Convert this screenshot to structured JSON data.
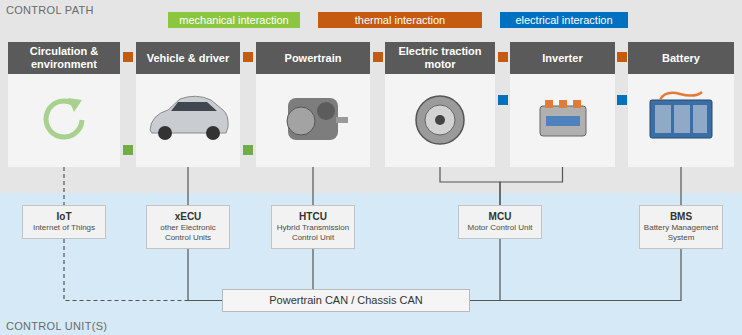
{
  "diagram": {
    "nodes": [
      {
        "text": [
          "CONTROL PATH"
        ]
      },
      {
        "text": [
          "Circulation & environment"
        ],
        "in": 0
      },
      {
        "text": [
          "Vehicle & driver"
        ],
        "in": 0
      },
      {
        "text": [
          "Powertrain"
        ],
        "in": 0
      },
      {
        "text": [
          "Electric traction motor"
        ],
        "in": 0
      },
      {
        "text": [
          "Inverter"
        ],
        "in": 0
      },
      {
        "text": [
          "Battery"
        ],
        "in": 0
      },
      {
        "text": [
          "CONTROL UNIT(S)"
        ]
      },
      {
        "text": [
          "IoT",
          "Internet of Things"
        ],
        "in": 7
      },
      {
        "text": [
          "xECU",
          "other Electronic Control Units"
        ],
        "in": 7
      },
      {
        "text": [
          "HTCU",
          "Hybrid Transmission Control Unit"
        ],
        "in": 7
      },
      {
        "text": [
          "MCU",
          "Motor Control Unit"
        ],
        "in": 7
      },
      {
        "text": [
          "BMS",
          "Battery Management System"
        ],
        "in": 7
      },
      {
        "text": [
          "Powertrain CAN / Chassis CAN"
        ],
        "in": 7
      }
    ],
    "edges": [
      {
        "from": 1,
        "to": 8,
        "arrow": "none"
      },
      {
        "from": 2,
        "to": 9,
        "arrow": "none"
      },
      {
        "from": 3,
        "to": 10,
        "arrow": "none"
      },
      {
        "from": 4,
        "to": 11,
        "arrow": "none"
      },
      {
        "from": 5,
        "to": 11,
        "arrow": "none"
      },
      {
        "from": 6,
        "to": 12,
        "arrow": "none"
      },
      {
        "from": 8,
        "to": 13,
        "arrow": "none"
      },
      {
        "from": 9,
        "to": 13,
        "arrow": "none"
      },
      {
        "from": 10,
        "to": 13,
        "arrow": "none"
      },
      {
        "from": 11,
        "to": 13,
        "arrow": "none"
      },
      {
        "from": 12,
        "to": 13,
        "arrow": "none"
      }
    ],
    "legend": [
      {
        "text": "mechanical interaction",
        "color": "#8cc63f"
      },
      {
        "text": "thermal interaction",
        "color": "#c55a11"
      },
      {
        "text": "electrical interaction",
        "color": "#0070c0"
      }
    ]
  }
}
